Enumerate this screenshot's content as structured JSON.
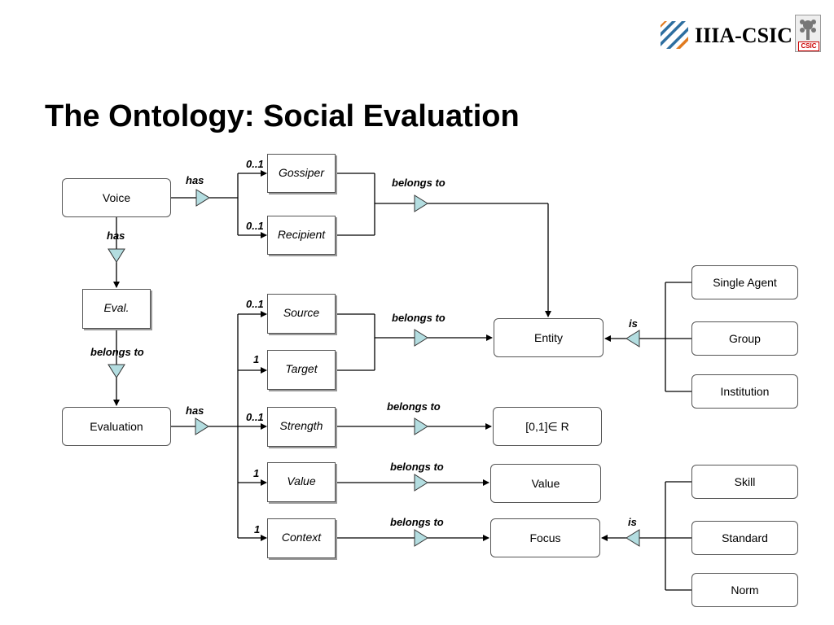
{
  "header": {
    "logo_text": "IIIA-CSIC",
    "csic_badge": "CSIC"
  },
  "title": "The Ontology: Social Evaluation",
  "nodes": {
    "voice": "Voice",
    "eval": "Eval.",
    "evaluation": "Evaluation",
    "gossiper": "Gossiper",
    "recipient": "Recipient",
    "source": "Source",
    "target": "Target",
    "strength": "Strength",
    "value_role": "Value",
    "context": "Context",
    "entity": "Entity",
    "interval": "[0,1]∈ R",
    "value_type": "Value",
    "focus": "Focus",
    "single_agent": "Single Agent",
    "group": "Group",
    "institution": "Institution",
    "skill": "Skill",
    "standard": "Standard",
    "norm": "Norm"
  },
  "edge_labels": {
    "voice_has": "has",
    "voice_has_eval": "has",
    "eval_belongs_to": "belongs to",
    "evaluation_has": "has",
    "gossip_belongs_to": "belongs to",
    "source_target_belongs_to": "belongs to",
    "strength_belongs_to": "belongs to",
    "value_belongs_to": "belongs to",
    "context_belongs_to": "belongs to",
    "entity_is": "is",
    "focus_is": "is"
  },
  "cardinalities": {
    "gossiper": "0..1",
    "recipient": "0..1",
    "source": "0..1",
    "target": "1",
    "strength": "0..1",
    "value": "1",
    "context": "1"
  },
  "colors": {
    "triangle_fill": "#b3dde0",
    "logo_blue": "#2e6fa0",
    "logo_orange": "#e07a1f"
  }
}
